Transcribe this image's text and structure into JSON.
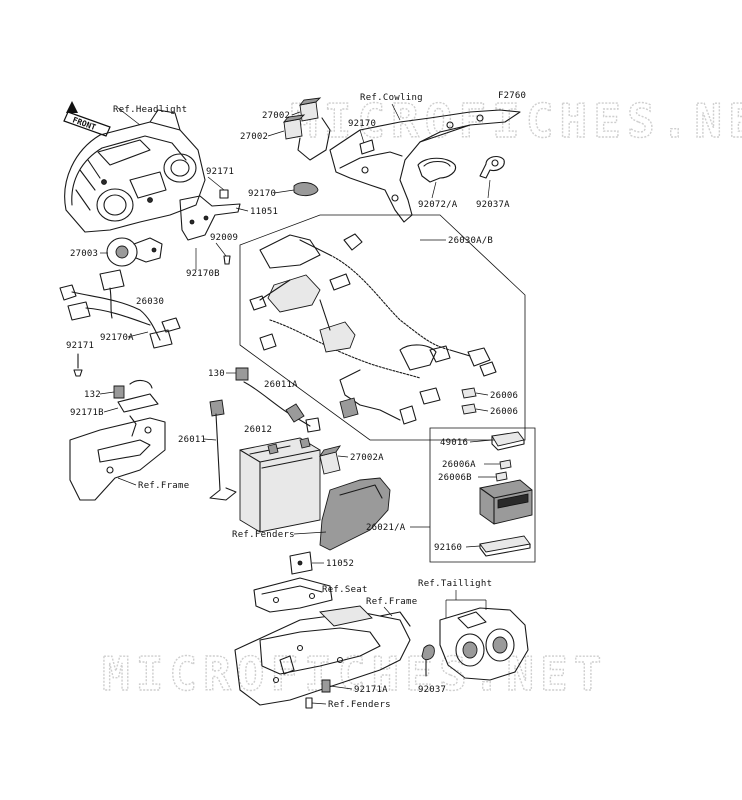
{
  "watermark": "MICROFICHES.NET",
  "figure_code": "F2760",
  "front_arrow": "FRONT",
  "refs": {
    "headlight": "Ref.Headlight",
    "cowling": "Ref.Cowling",
    "frame_left": "Ref.Frame",
    "fenders_mid": "Ref.Fenders",
    "seat": "Ref.Seat",
    "frame_bottom": "Ref.Frame",
    "taillight": "Ref.Taillight",
    "fenders_bottom": "Ref.Fenders"
  },
  "parts": {
    "p27002a": "27002",
    "p27002b": "27002",
    "p92170a": "92170",
    "p92171a": "92171",
    "p11051": "11051",
    "p92170b": "92170",
    "p92072": "92072/A",
    "p92037a": "92037A",
    "p92009": "92009",
    "p27003": "27003",
    "p92170b2": "92170B",
    "p26030ab": "26030A/B",
    "p26030": "26030",
    "p92170A": "92170A",
    "p92171b": "92171",
    "p132": "132",
    "p92171B": "92171B",
    "p130": "130",
    "p26011A": "26011A",
    "p26011": "26011",
    "p26012": "26012",
    "p27002A": "27002A",
    "p26006a": "26006",
    "p26006b": "26006",
    "p49016": "49016",
    "p26006A": "26006A",
    "p26006B": "26006B",
    "p26021": "26021/A",
    "p92160": "92160",
    "p11052": "11052",
    "p92171A": "92171A",
    "p92037": "92037"
  }
}
